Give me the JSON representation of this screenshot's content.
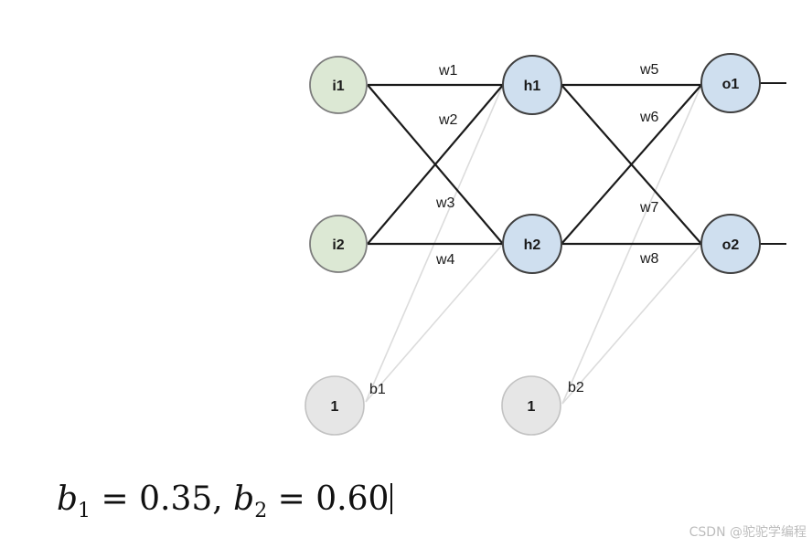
{
  "nodes": {
    "i1": {
      "label": "i1",
      "fill": "#dce8d4",
      "stroke": "#7c7c7c"
    },
    "i2": {
      "label": "i2",
      "fill": "#dce8d4",
      "stroke": "#7c7c7c"
    },
    "h1": {
      "label": "h1",
      "fill": "#cfdfef",
      "stroke": "#3f3f3f"
    },
    "h2": {
      "label": "h2",
      "fill": "#cfdfef",
      "stroke": "#3f3f3f"
    },
    "o1": {
      "label": "o1",
      "fill": "#cfdfef",
      "stroke": "#3f3f3f"
    },
    "o2": {
      "label": "o2",
      "fill": "#cfdfef",
      "stroke": "#3f3f3f"
    },
    "bias1": {
      "label": "1",
      "fill": "#e6e6e6",
      "stroke": "#c2c2c2"
    },
    "bias2": {
      "label": "1",
      "fill": "#e6e6e6",
      "stroke": "#c2c2c2"
    }
  },
  "weights": {
    "w1": "w1",
    "w2": "w2",
    "w3": "w3",
    "w4": "w4",
    "w5": "w5",
    "w6": "w6",
    "w7": "w7",
    "w8": "w8"
  },
  "biases": {
    "b1": "b1",
    "b2": "b2"
  },
  "formula": {
    "b1_symbol": "b",
    "b1_sub": "1",
    "b1_rest": " = 0.35, ",
    "b2_symbol": "b",
    "b2_sub": "2",
    "b2_rest": " = 0.60"
  },
  "watermark": "CSDN @驼驼学编程"
}
